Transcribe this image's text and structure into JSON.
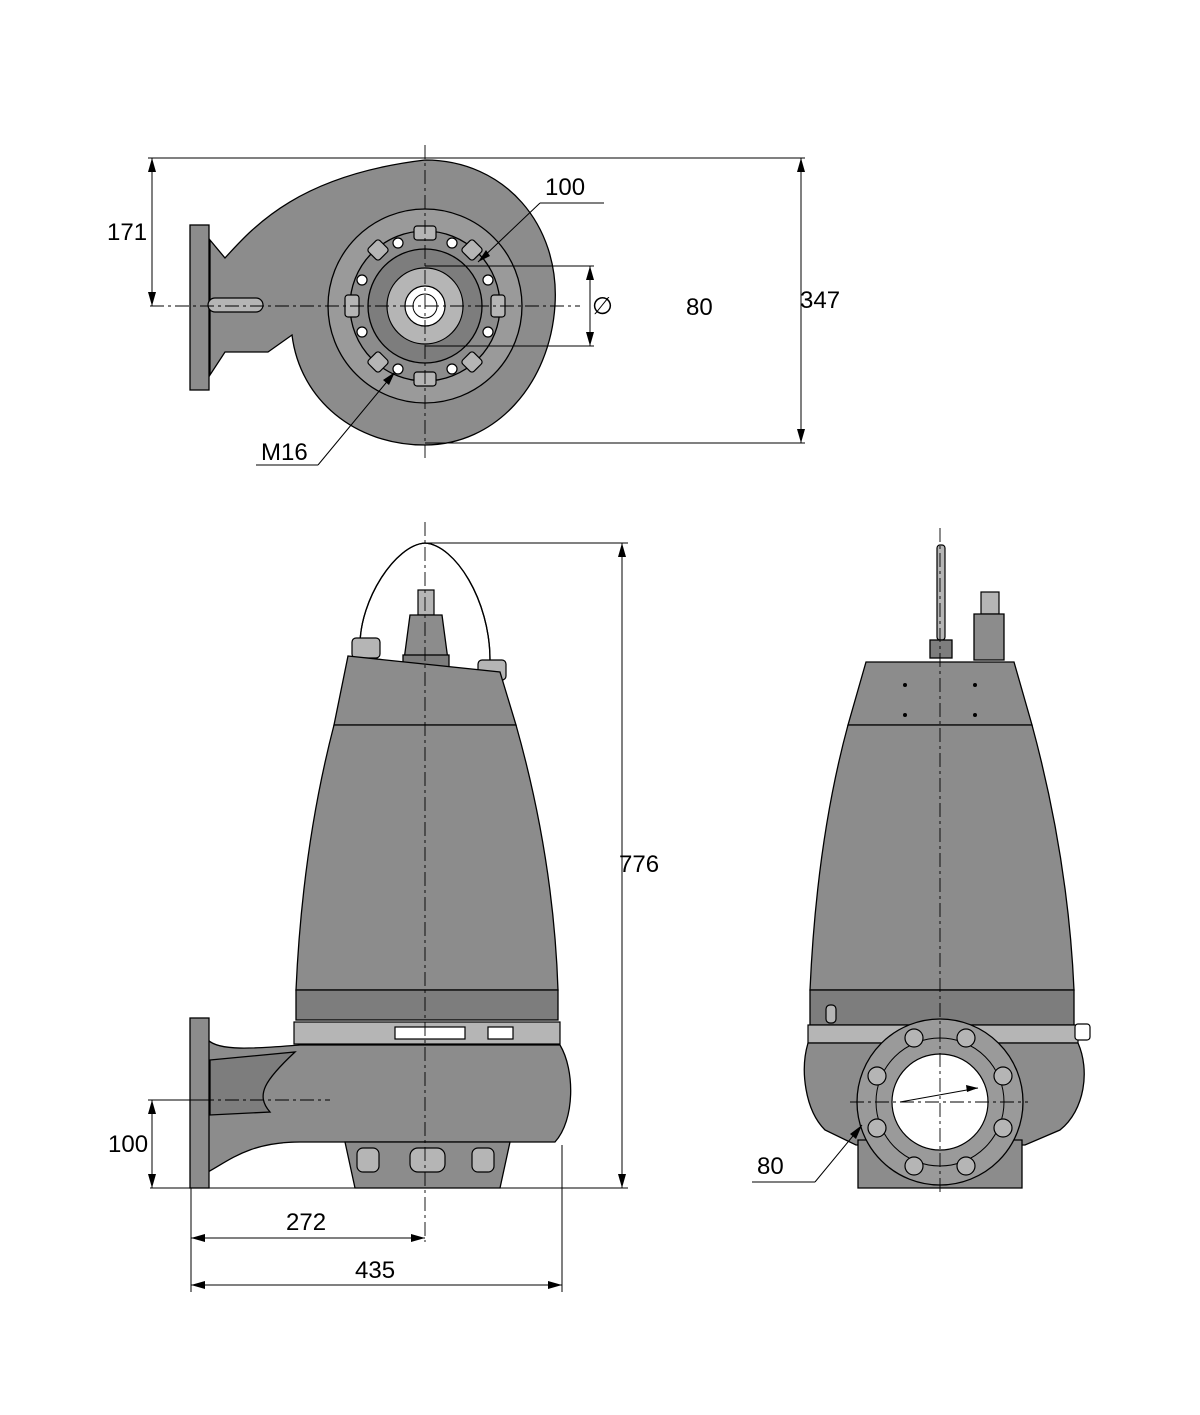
{
  "dimensions": {
    "top_view": {
      "offset_height": "171",
      "overall_height": "347",
      "bolt_circle": "100",
      "outlet_diameter": "80",
      "bolt_thread": "M16",
      "diameter_symbol": "∅"
    },
    "side_view": {
      "overall_height": "776",
      "outlet_height": "100",
      "flange_to_centre": "272",
      "overall_length": "435"
    },
    "front_view": {
      "flange_size": "80"
    }
  }
}
